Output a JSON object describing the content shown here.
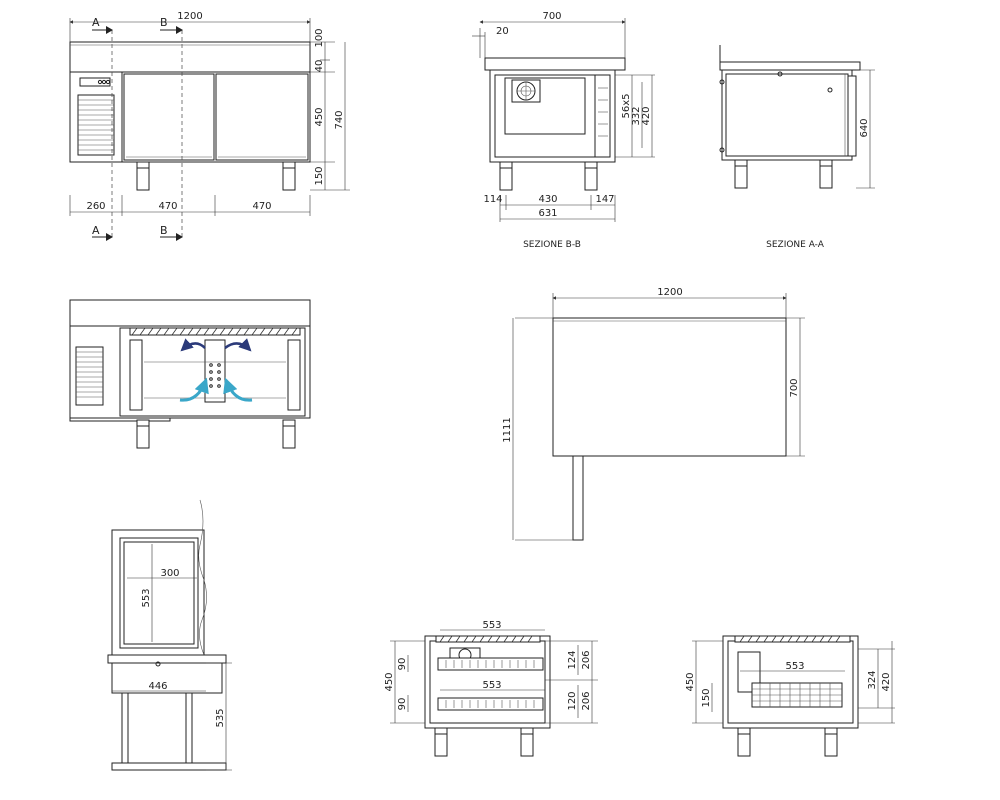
{
  "dims": {
    "front_width": "1200",
    "front_h1": "100",
    "front_h2": "40",
    "front_h3": "450",
    "front_h4": "150",
    "front_total_h": "740",
    "front_w1": "260",
    "front_w2": "470",
    "front_w3": "470",
    "bb_width": "700",
    "bb_top": "20",
    "bb_56x5": "56x5",
    "bb_332": "332",
    "bb_420": "420",
    "bb_114": "114",
    "bb_430": "430",
    "bb_147": "147",
    "bb_631": "631",
    "aa_640": "640",
    "plan_width": "1200",
    "plan_depth": "700",
    "plan_1111": "1111",
    "door_300": "300",
    "door_553": "553",
    "door_446": "446",
    "door_535": "535",
    "d1_553a": "553",
    "d1_553b": "553",
    "d1_450": "450",
    "d1_90a": "90",
    "d1_90b": "90",
    "d1_124": "124",
    "d1_206a": "206",
    "d1_120": "120",
    "d1_206b": "206",
    "d2_553": "553",
    "d2_450": "450",
    "d2_150": "150",
    "d2_324": "324",
    "d2_420": "420"
  },
  "section_letters": {
    "a_top": "A",
    "b_top": "B",
    "a_bottom": "A",
    "b_bottom": "B"
  },
  "captions": {
    "section_bb": "SEZIONE B-B",
    "section_aa": "SEZIONE A-A"
  },
  "colors": {
    "air_cold": "#3aa7c9",
    "air_warm": "#2b3a7a"
  }
}
